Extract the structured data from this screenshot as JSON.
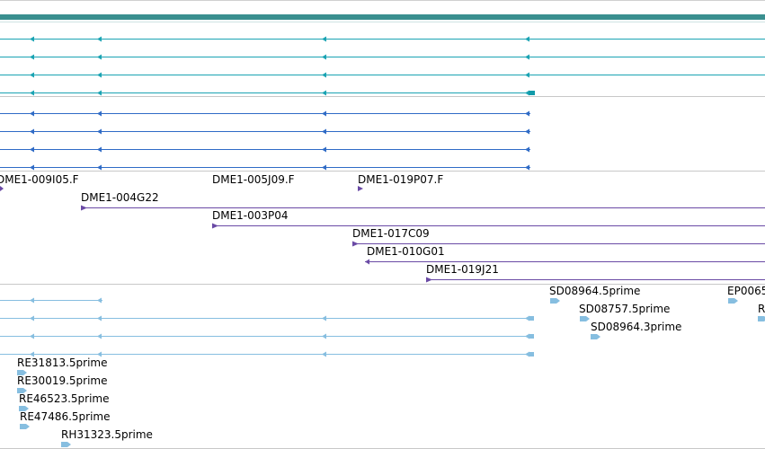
{
  "colors": {
    "track_bar": "#3a8f8f",
    "teal": "#1aa3b3",
    "teal_fill": "#119aa9",
    "blue": "#2f6bc6",
    "purple": "#6a4aa5",
    "light_blue": "#86bee0",
    "divider": "#c8c8c8"
  },
  "tracks": {
    "purple_labels": [
      "DME1-009I05.F",
      "DME1-005J09.F",
      "DME1-019P07.F",
      "DME1-004G22",
      "DME1-003P04",
      "DME1-017C09",
      "DME1-010G01",
      "DME1-019J21"
    ],
    "est_labels": [
      "SD08964.5prime",
      "EP0065",
      "SD08757.5prime",
      "R",
      "SD08964.3prime",
      "RE31813.5prime",
      "RE30019.5prime",
      "RE46523.5prime",
      "RE47486.5prime",
      "RH31323.5prime"
    ]
  }
}
